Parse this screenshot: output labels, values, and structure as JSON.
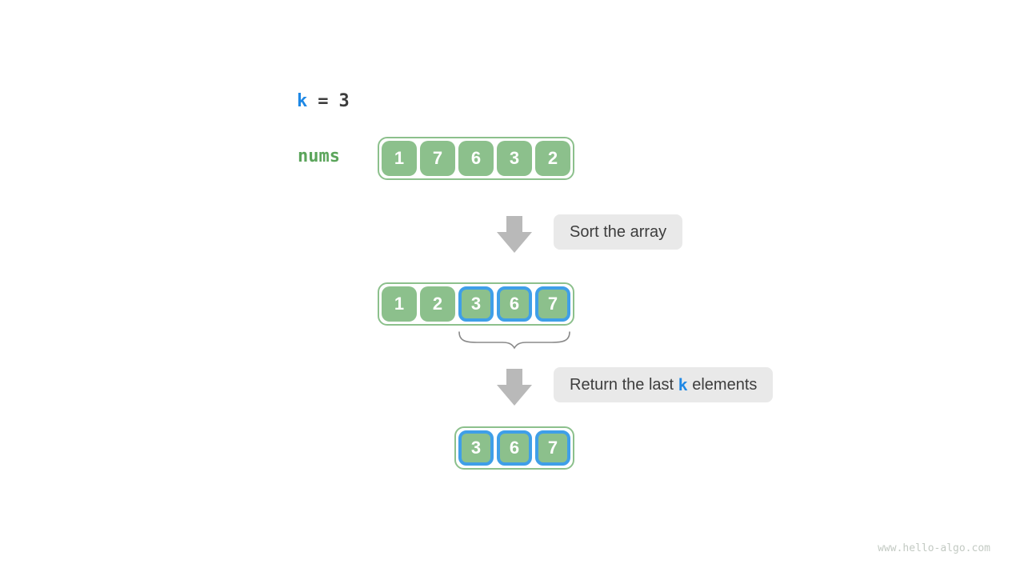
{
  "tokens": {
    "k_var": "k",
    "equals": "=",
    "k_value": "3",
    "nums": "nums"
  },
  "arrays": {
    "initial": {
      "values": [
        "1",
        "7",
        "6",
        "3",
        "2"
      ],
      "highlight": [
        false,
        false,
        false,
        false,
        false
      ]
    },
    "sorted": {
      "values": [
        "1",
        "2",
        "3",
        "6",
        "7"
      ],
      "highlight": [
        false,
        false,
        true,
        true,
        true
      ]
    },
    "result": {
      "values": [
        "3",
        "6",
        "7"
      ],
      "highlight": [
        true,
        true,
        true
      ]
    }
  },
  "steps": {
    "sort": {
      "label": "Sort the array"
    },
    "return": {
      "prefix": "Return the last ",
      "k": "k",
      "suffix": " elements"
    }
  },
  "icons": [
    "down-arrow-icon",
    "down-arrow-icon",
    "underbrace-icon"
  ],
  "watermark": "www.hello-algo.com",
  "colors": {
    "cell_green": "#8cc08c",
    "container_border_green": "#8cc08c",
    "highlight_blue": "#3f9fe8",
    "code_blue": "#1e88e5",
    "nums_green": "#5ba55b",
    "label_bg": "#e9e9e9",
    "label_text": "#3d3d3d",
    "arrow_gray": "#b9b9b9",
    "brace_gray": "#8a8a8a",
    "watermark_gray": "#c3cac3"
  }
}
